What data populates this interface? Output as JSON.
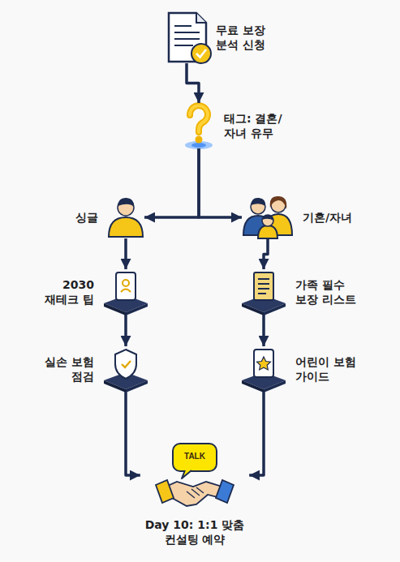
{
  "diagram": {
    "nodes": [
      {
        "text": [
          "무료 보장 분석 신청"
        ]
      },
      {
        "text": [
          "태그: 결혼/자녀 유무"
        ]
      },
      {
        "text": [
          "싱글"
        ]
      },
      {
        "text": [
          "기혼/자녀"
        ]
      },
      {
        "text": [
          "2030 재테크 팁"
        ]
      },
      {
        "text": [
          "가족 필수 보장 리스트"
        ]
      },
      {
        "text": [
          "실손 보험 점검"
        ]
      },
      {
        "text": [
          "어린이 보험 가이드"
        ]
      },
      {
        "text": [
          "Day 10: 1:1 맞춤 컨설팅 예약"
        ]
      }
    ],
    "edges": [
      {
        "from": 0,
        "to": 1,
        "arrow": "to"
      },
      {
        "from": 1,
        "to": 2,
        "arrow": "to"
      },
      {
        "from": 1,
        "to": 3,
        "arrow": "to"
      },
      {
        "from": 2,
        "to": 4,
        "arrow": "to"
      },
      {
        "from": 3,
        "to": 5,
        "arrow": "to"
      },
      {
        "from": 4,
        "to": 6,
        "arrow": "to"
      },
      {
        "from": 5,
        "to": 7,
        "arrow": "to"
      },
      {
        "from": 6,
        "to": 8,
        "arrow": "to"
      },
      {
        "from": 7,
        "to": 8,
        "arrow": "to"
      }
    ],
    "labels": [
      "TALK"
    ]
  }
}
